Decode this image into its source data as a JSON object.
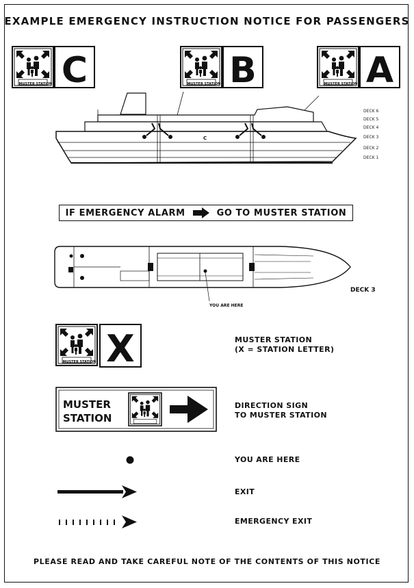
{
  "title": "EXAMPLE EMERGENCY INSTRUCTION NOTICE FOR PASSENGERS",
  "stations": [
    {
      "letter": "C",
      "sign_label": "MUSTER STATION"
    },
    {
      "letter": "B",
      "sign_label": "MUSTER STATION"
    },
    {
      "letter": "A",
      "sign_label": "MUSTER STATION"
    }
  ],
  "decks": [
    "DECK 6",
    "DECK 5",
    "DECK 4",
    "DECK 3",
    "DECK 2",
    "DECK 1"
  ],
  "ship_marker": "C",
  "alarm": {
    "left": "IF EMERGENCY ALARM",
    "right": "GO TO MUSTER STATION"
  },
  "plan": {
    "you_are_here": "YOU ARE HERE",
    "deck_label": "DECK 3"
  },
  "legend": {
    "sign_letter": "X",
    "sign_label": "MUSTER STATION",
    "muster_station_line1": "MUSTER STATION",
    "muster_station_line2": "(X = STATION LETTER)",
    "direction_sign_title_1": "MUSTER",
    "direction_sign_title_2": "STATION",
    "direction_sign_line1": "DIRECTION SIGN",
    "direction_sign_line2": "TO MUSTER STATION",
    "you_are_here": "YOU ARE HERE",
    "exit": "EXIT",
    "emergency_exit": "EMERGENCY EXIT"
  },
  "footer": "PLEASE READ AND TAKE CAREFUL NOTE OF THE CONTENTS OF THIS NOTICE"
}
